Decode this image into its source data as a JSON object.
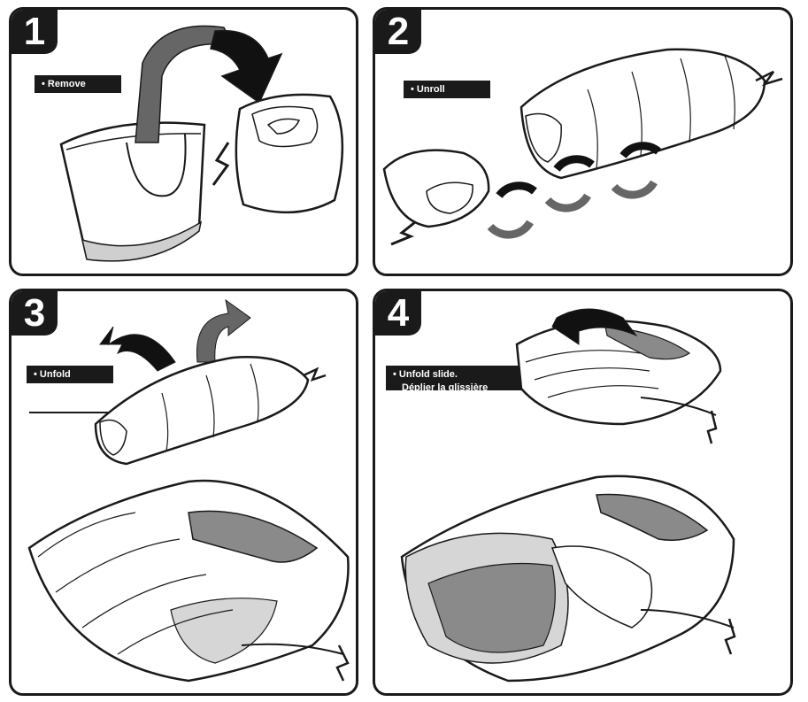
{
  "steps": [
    {
      "number": "1",
      "label": "• Remove"
    },
    {
      "number": "2",
      "label": "• Unroll"
    },
    {
      "number": "3",
      "label": "• Unfold"
    },
    {
      "number": "4",
      "label": "• Unfold slide.",
      "label_cut": "Déplier la glissière"
    }
  ],
  "colors": {
    "ink": "#1a1a1a",
    "arrow_dark": "#111111",
    "arrow_gray": "#666666",
    "fill_light": "#d6d6d6",
    "fill_mid": "#8a8a8a"
  }
}
